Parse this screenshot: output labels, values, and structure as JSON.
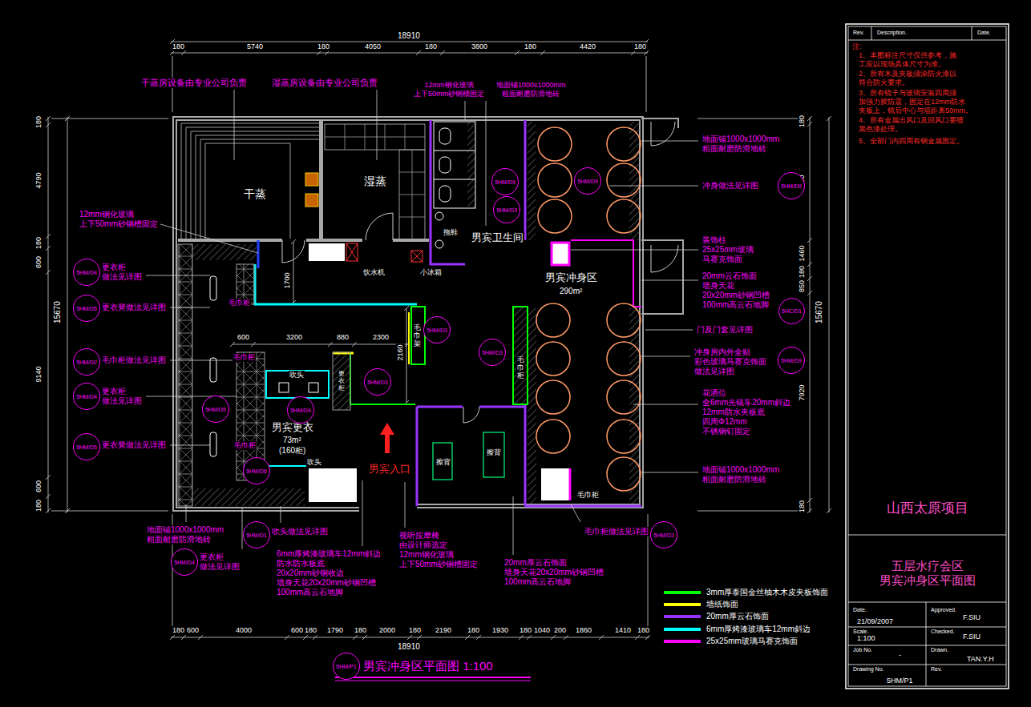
{
  "diagram": {
    "title": "男宾冲身区平面图 1:100",
    "nodes": [
      {
        "text": [
          "5HM/D9"
        ]
      },
      {
        "text": [
          "5HM/D9"
        ]
      },
      {
        "text": [
          "5HM/D9"
        ]
      },
      {
        "text": [
          "5HM/D3"
        ]
      },
      {
        "text": [
          "5HC/D1"
        ]
      },
      {
        "text": [
          "5HM/D9"
        ]
      },
      {
        "text": [
          "5HM/D4"
        ]
      },
      {
        "text": [
          "5HM/D5"
        ]
      },
      {
        "text": [
          "5HM/D2"
        ]
      },
      {
        "text": [
          "5HM/D4"
        ]
      },
      {
        "text": [
          "5HM/D5"
        ]
      },
      {
        "text": [
          "5HM/D3"
        ]
      },
      {
        "text": [
          "5HM/D3"
        ]
      },
      {
        "text": [
          "5HM/D2"
        ]
      },
      {
        "text": [
          "5HM/D4"
        ]
      },
      {
        "text": [
          "5HM/D5"
        ]
      },
      {
        "text": [
          "5HM/D6"
        ]
      },
      {
        "text": [
          "5HM/D1"
        ]
      },
      {
        "text": [
          "5HM/D4"
        ]
      },
      {
        "text": [
          "5HM/D2"
        ]
      },
      {
        "text": [
          "5HM/P1"
        ]
      }
    ],
    "labels": [
      "18910",
      "180",
      "5740",
      "180",
      "4050",
      "180",
      "3800",
      "180",
      "4420",
      "180",
      "180",
      "4790",
      "180",
      "600",
      "9140",
      "600",
      "180",
      "15670",
      "180",
      "4050",
      "1460",
      "180",
      "850",
      "7920",
      "180",
      "15670",
      "180",
      "600",
      "4000",
      "600",
      "180",
      "1790",
      "180",
      "2000",
      "180",
      "2190",
      "180",
      "1930",
      "180",
      "1040",
      "200",
      "1860",
      "1410",
      "180",
      "18910",
      "600",
      "3200",
      "880",
      "2300",
      "1700",
      "2160",
      "干蒸",
      "湿蒸",
      "男宾卫生间",
      "男宾冲身区",
      "290m²",
      "男宾更衣",
      "73m²",
      "(160柜)",
      "男宾入口",
      "饮水机",
      "小冰箱",
      "拖鞋",
      "毛巾柜",
      "毛巾架",
      "毛巾柜",
      "吹头",
      "更衣柜",
      "毛巾柜",
      "毛巾柜",
      "吹头",
      "擦背",
      "擦背",
      "毛巾柜",
      "干蒸房设备由专业公司负责",
      "湿蒸房设备由专业公司负责",
      "12mm钢化玻璃 上下50mm砂钢槽固定",
      "地面铺1000x1000mm 粗面耐磨防滑地砖",
      "12mm钢化玻璃 上下50mm砂钢槽固定",
      "地面铺1000x1000mm 粗面耐磨防滑地砖",
      "冲身做法见详图",
      "装饰柱 25x25mm玻璃 马赛克饰面",
      "20mm云石饰面 墙身天花 20x20mm砂钢凹槽 100mm高云石地脚",
      "门及门套见详图",
      "冲身房内外全贴 彩色玻璃马赛克饰面 做法见详图",
      "花洒位 全6mm光镜车20mm斜边 12mm防水夹板底 四周Φ12mm 不锈钢钉固定",
      "地面铺1000x1000mm 粗面耐磨防滑地砖",
      "毛巾柜做法见详图",
      "更衣柜 做法见详图",
      "更衣凳做法见详图",
      "毛巾柜做法见详图",
      "更衣柜 做法见详图",
      "更衣凳做法见详图",
      "地面铺1000x1000mm 粗面耐磨防滑地砖",
      "更衣柜 做法见详图",
      "吹头做法见详图",
      "6mm厚烤漆玻璃车12mm斜边 防水防水板底 20x20mm砂钢收边 墙身天花20x20mm砂钢凹槽 100mm高云石地脚",
      "视听按摩椅 由设计师选定 12mm钢化玻璃 上下50mm砂钢槽固定",
      "20mm厚云石饰面 墙身天花20x20mm砂钢凹槽 100mm高云石地脚",
      "Rev.",
      "Description.",
      "Date.",
      "注:",
      "1、本图标注尺寸仅供参考，施 工应以现场具体尺寸为准。",
      "2、所有木及夹板须涂防火漆以 符合防火要求。",
      "3、所有镜子与玻璃安装四周须 加强力胶防震，固定在12mm防水 夹板上，镜后中心与墙距离50mm。",
      "4、所有金属出风口及回风口要喷 黑色漆处理。",
      "5、全部门内四周有钢金属固定。",
      "山西太原项目",
      "五层水疗会区 男宾冲身区平面图",
      "Date.",
      "21/09/2007",
      "Approved.",
      "F.SIU",
      "Scale.",
      "1:100",
      "Checked.",
      "F.SIU",
      "Job No.",
      "-",
      "Drawn.",
      "TAN.Y.H",
      "Drawing No.",
      "Rev.",
      "5HM/P1"
    ],
    "legend": [
      {
        "text": "3mm厚泰国金丝柚木木皮夹板饰面",
        "color": "#00ff00"
      },
      {
        "text": "墙纸饰面",
        "color": "#ffff00"
      },
      {
        "text": "20mm厚云石饰面",
        "color": "#9933ff"
      },
      {
        "text": "6mm厚烤漆玻璃车12mm斜边",
        "color": "#00ffff"
      },
      {
        "text": "25x25mm玻璃马赛克饰面",
        "color": "#ff00ff"
      }
    ]
  }
}
